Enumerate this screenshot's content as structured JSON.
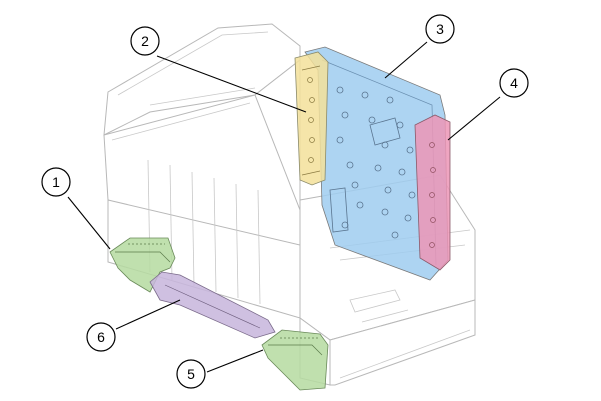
{
  "colors": {
    "part_1": "#b5dba0",
    "part_2": "#f3e19a",
    "part_3": "#9fcdf0",
    "part_4": "#ec95b6",
    "part_5": "#b5dba0",
    "part_6": "#c7b5dc",
    "outline": "#b8b8b8",
    "leader": "#000000"
  },
  "callouts": [
    {
      "label": "1",
      "part": "left-front-foot-cover"
    },
    {
      "label": "2",
      "part": "rear-left-edge-cover"
    },
    {
      "label": "3",
      "part": "rear-panel-cover"
    },
    {
      "label": "4",
      "part": "rear-right-edge-cover"
    },
    {
      "label": "5",
      "part": "right-front-foot-cover"
    },
    {
      "label": "6",
      "part": "front-bottom-rail"
    }
  ]
}
